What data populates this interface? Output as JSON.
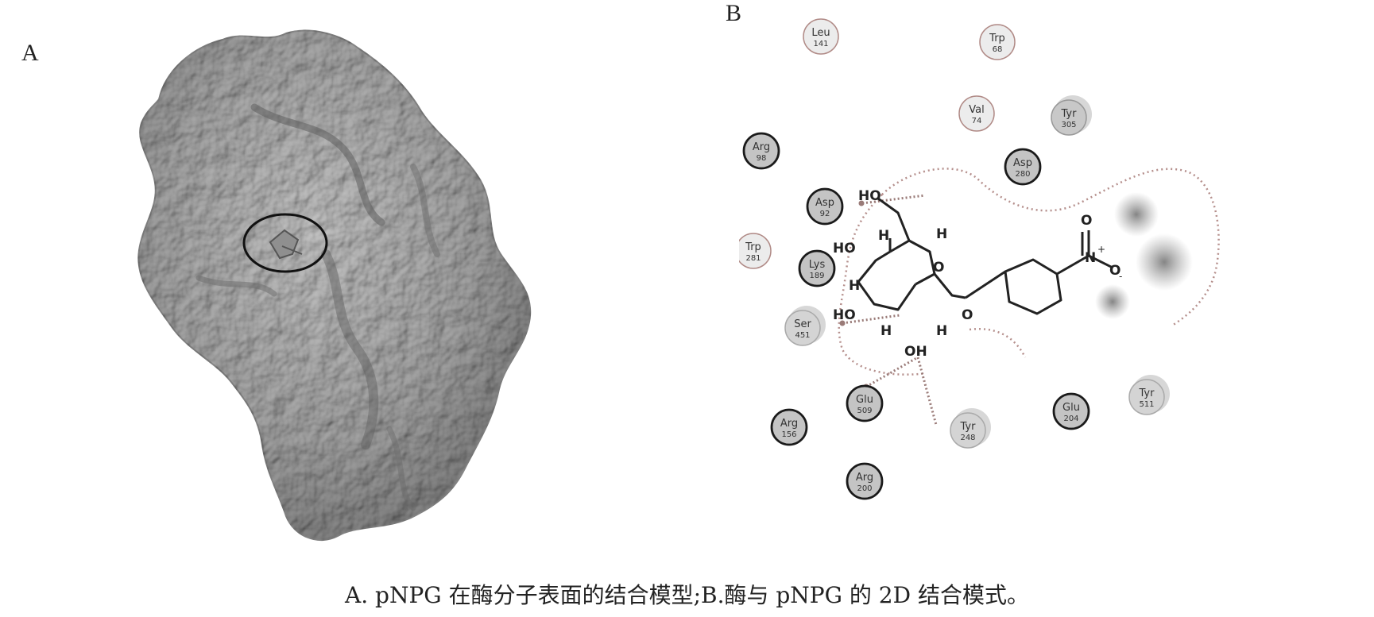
{
  "panels": {
    "a_label": "A",
    "b_label": "B"
  },
  "caption": "A. pNPG 在酶分子表面的结合模型;B.酶与 pNPG 的 2D 结合模式。",
  "colors": {
    "surface": "#a9a9a9",
    "surface_shadow": "#6e6e6e",
    "ring": "#111111",
    "hbond": "#9a7b78"
  },
  "residues": [
    {
      "id": "leu141",
      "name": "Leu",
      "num": "141",
      "style": "light"
    },
    {
      "id": "trp68",
      "name": "Trp",
      "num": "68",
      "style": "light"
    },
    {
      "id": "val74",
      "name": "Val",
      "num": "74",
      "style": "light"
    },
    {
      "id": "tyr305",
      "name": "Tyr",
      "num": "305",
      "style": "exposed"
    },
    {
      "id": "arg98",
      "name": "Arg",
      "num": "98",
      "style": "charged"
    },
    {
      "id": "asp280",
      "name": "Asp",
      "num": "280",
      "style": "charged"
    },
    {
      "id": "asp92",
      "name": "Asp",
      "num": "92",
      "style": "charged"
    },
    {
      "id": "trp281",
      "name": "Trp",
      "num": "281",
      "style": "light"
    },
    {
      "id": "lys189",
      "name": "Lys",
      "num": "189",
      "style": "charged"
    },
    {
      "id": "ser451",
      "name": "Ser",
      "num": "451",
      "style": "polar"
    },
    {
      "id": "glu509",
      "name": "Glu",
      "num": "509",
      "style": "charged"
    },
    {
      "id": "arg156",
      "name": "Arg",
      "num": "156",
      "style": "charged"
    },
    {
      "id": "tyr248",
      "name": "Tyr",
      "num": "248",
      "style": "polar"
    },
    {
      "id": "glu204",
      "name": "Glu",
      "num": "204",
      "style": "charged"
    },
    {
      "id": "tyr511",
      "name": "Tyr",
      "num": "511",
      "style": "polar"
    },
    {
      "id": "arg200",
      "name": "Arg",
      "num": "200",
      "style": "charged"
    }
  ],
  "ligand_atoms": {
    "ho_top": "HO",
    "ho_left": "HO",
    "ho_bottom": "HO",
    "oh": "OH",
    "ring_o": "O",
    "ether_o": "O",
    "h": "H",
    "n": "N",
    "n_charge": "+",
    "o_top": "O",
    "o_right": "O",
    "o_charge": "-"
  }
}
